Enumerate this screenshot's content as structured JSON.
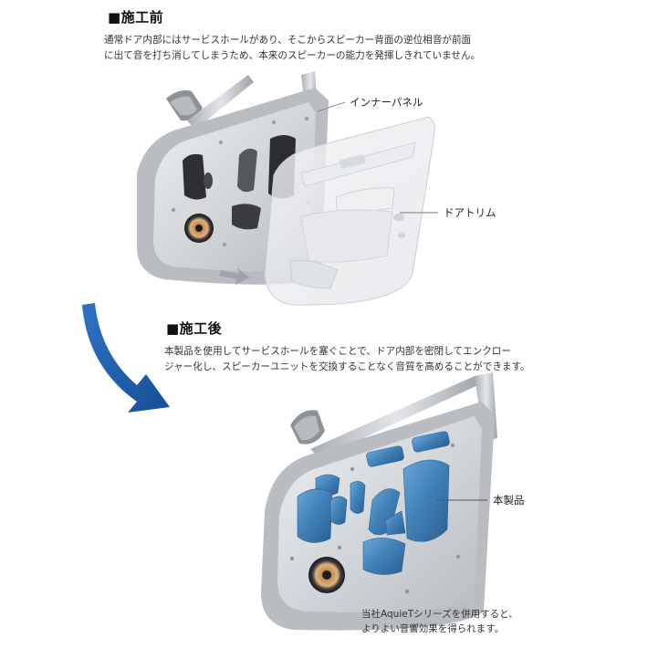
{
  "before": {
    "heading": "■施工前",
    "lines": [
      "通常ドア内部にはサービスホールがあり、そこからスピーカー背面の逆位相音が前面",
      "に出て音を打ち消してしまうため、本来のスピーカーの能力を発揮しきれていません。"
    ],
    "labels": {
      "inner_panel": "インナーパネル",
      "door_trim": "ドアトリム"
    }
  },
  "after": {
    "heading": "■施工後",
    "lines": [
      "本製品を使用してサービスホールを塞ぐことで、ドア内部を密閉してエンクロー",
      "ジャー化し、スピーカーユニットを交換することなく音質を高めることができます。"
    ],
    "labels": {
      "product": "本製品"
    },
    "note": [
      "当社AquieTシリーズを併用すると、",
      "よりよい音響効果を得られます。"
    ]
  },
  "colors": {
    "arrow_blue": "#1f5fae",
    "panel_gray": "#d4d6d9",
    "deadener_blue": "#3f7fb5"
  }
}
